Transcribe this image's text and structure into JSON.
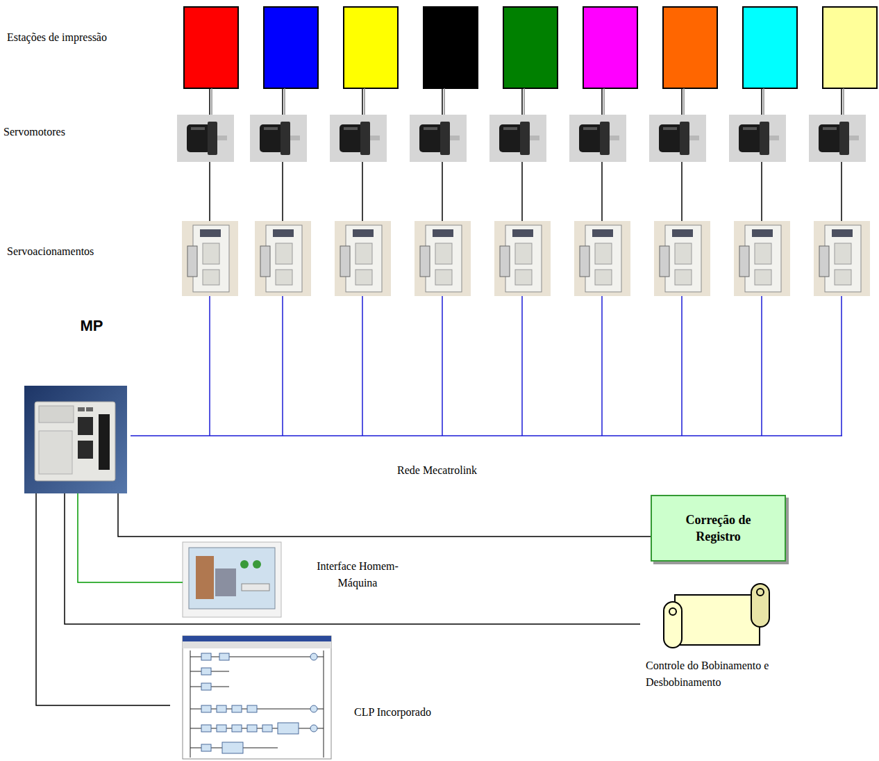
{
  "diagram": {
    "nodes": [
      {
        "text": [
          "MP"
        ]
      },
      {
        "text": [
          "Correção de Registro"
        ]
      },
      {
        "text": [
          "Interface Homem-Máquina"
        ]
      },
      {
        "text": [
          "Controle do Bobinamento e Desbobinamento"
        ]
      },
      {
        "text": [
          "CLP Incorporado"
        ]
      }
    ],
    "edges": [
      {
        "from": 0,
        "to": 1,
        "arrow": "none"
      },
      {
        "from": 0,
        "to": 2,
        "arrow": "none"
      },
      {
        "from": 0,
        "to": 3,
        "arrow": "none"
      },
      {
        "from": 0,
        "to": 4,
        "arrow": "none"
      }
    ],
    "labels": [
      "Estações de impressão",
      "Servomotores",
      "Servoacionamentos",
      "Rede Mecatrolink"
    ]
  }
}
